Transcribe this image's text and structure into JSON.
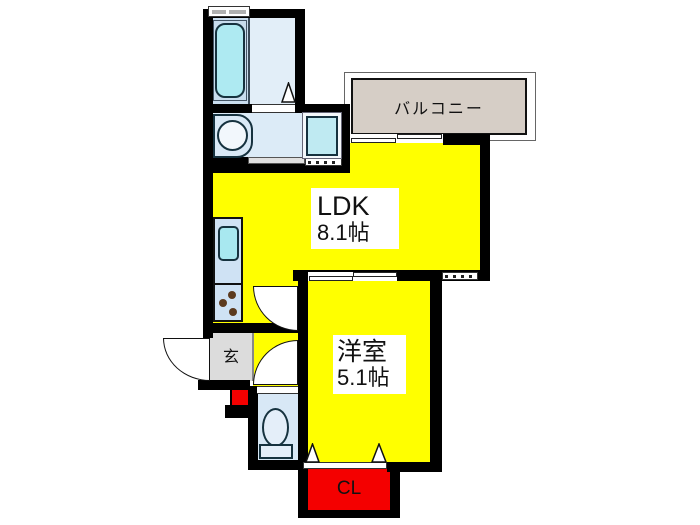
{
  "plan_type": "apartment-floorplan",
  "rooms": {
    "balcony": {
      "label": "バルコニー"
    },
    "ldk": {
      "label": "LDK",
      "area": "8.1帖"
    },
    "western_room": {
      "label": "洋室",
      "area": "5.1帖"
    },
    "entrance": {
      "label": "玄"
    },
    "closet": {
      "label": "CL"
    }
  },
  "fixtures": [
    "bathtub",
    "bathroom",
    "vanity-basin",
    "washing-machine",
    "kitchen-counter",
    "kitchen-sink",
    "stove-burners",
    "toilet",
    "entrance-step",
    "door-swing-arc",
    "door-triangle",
    "sliding-door",
    "window",
    "vent-window"
  ],
  "colors": {
    "room_yellow": "#ffff00",
    "closet_red": "#f40000",
    "balcony_beige": "#d6cec6",
    "entrance_gray": "#dcdcdc",
    "water_area_blue": "#dcebf7",
    "fixture_cyan": "#aeeaf2",
    "wall_black": "#000000",
    "background": "#ffffff"
  }
}
